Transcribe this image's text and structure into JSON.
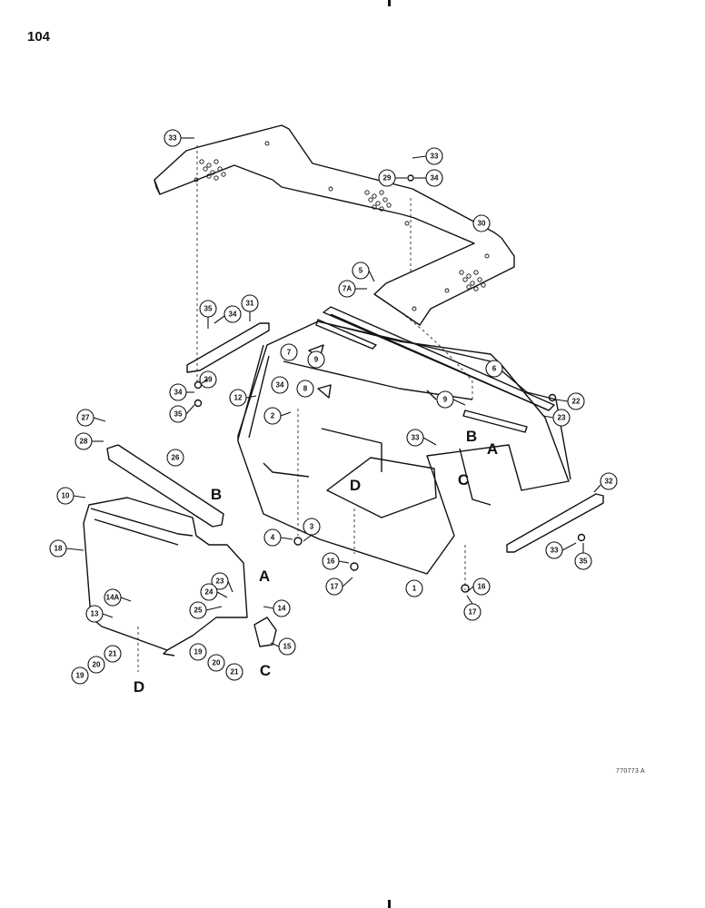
{
  "page_number": "104",
  "figure_id": "770773 A",
  "callouts": [
    "1",
    "2",
    "3",
    "4",
    "5",
    "6",
    "7",
    "7A",
    "8",
    "9",
    "9",
    "10",
    "12",
    "13",
    "14",
    "14A",
    "15",
    "16",
    "16",
    "17",
    "17",
    "18",
    "19",
    "19",
    "20",
    "20",
    "21",
    "21",
    "22",
    "23",
    "23",
    "24",
    "25",
    "26",
    "27",
    "28",
    "29",
    "29",
    "31",
    "30",
    "32",
    "33",
    "33",
    "33",
    "33",
    "34",
    "34",
    "34",
    "34",
    "35",
    "35",
    "35"
  ],
  "reference_letters": [
    "A",
    "A",
    "B",
    "B",
    "C",
    "C",
    "D",
    "D"
  ]
}
